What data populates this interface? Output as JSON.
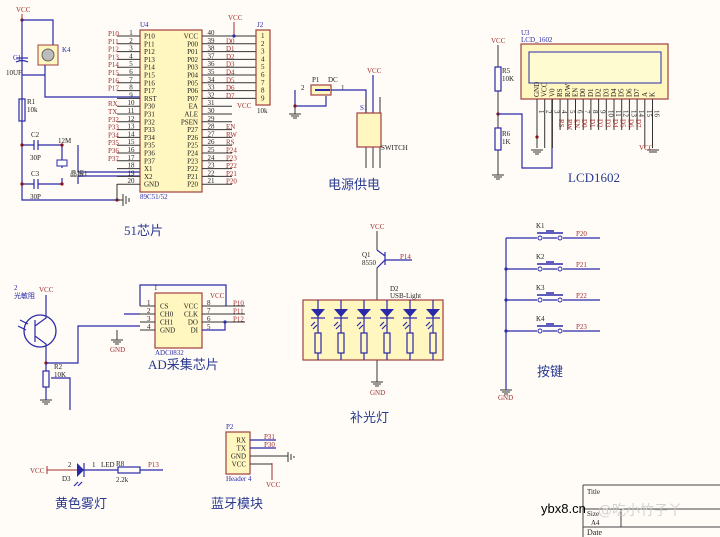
{
  "titles": {
    "mcu": "51芯片",
    "power": "电源供电",
    "lcd": "LCD1602",
    "ad": "AD采集芯片",
    "light": "补光灯",
    "keys": "按键",
    "fog": "黄色雾灯",
    "bt": "蓝牙模块"
  },
  "mcu": {
    "ref": "U4",
    "part": "89C51/52",
    "left": [
      [
        "1",
        "P10",
        "P10"
      ],
      [
        "2",
        "P11",
        "P11"
      ],
      [
        "3",
        "P12",
        "P12"
      ],
      [
        "4",
        "P13",
        "P13"
      ],
      [
        "5",
        "P14",
        "P14"
      ],
      [
        "6",
        "P15",
        "P15"
      ],
      [
        "7",
        "P16",
        "P16"
      ],
      [
        "8",
        "P17",
        "P17"
      ],
      [
        "9",
        "RST",
        ""
      ],
      [
        "10",
        "P30",
        "RX"
      ],
      [
        "11",
        "P31",
        "TX"
      ],
      [
        "12",
        "P32",
        "P32"
      ],
      [
        "13",
        "P33",
        "P33"
      ],
      [
        "14",
        "P34",
        "P34"
      ],
      [
        "15",
        "P35",
        "P35"
      ],
      [
        "16",
        "P36",
        "P36"
      ],
      [
        "17",
        "P37",
        "P37"
      ],
      [
        "18",
        "X1",
        ""
      ],
      [
        "19",
        "X2",
        ""
      ],
      [
        "20",
        "GND",
        ""
      ]
    ],
    "right": [
      [
        "40",
        "VCC",
        ""
      ],
      [
        "39",
        "P00",
        "D0"
      ],
      [
        "38",
        "P01",
        "D1"
      ],
      [
        "37",
        "P02",
        "D2"
      ],
      [
        "36",
        "P03",
        "D3"
      ],
      [
        "35",
        "P04",
        "D4"
      ],
      [
        "34",
        "P05",
        "D5"
      ],
      [
        "33",
        "P06",
        "D6"
      ],
      [
        "32",
        "P07",
        "D7"
      ],
      [
        "31",
        "EA",
        "VCC"
      ],
      [
        "30",
        "ALE",
        ""
      ],
      [
        "29",
        "PSEN",
        ""
      ],
      [
        "28",
        "P27",
        "EN"
      ],
      [
        "27",
        "P26",
        "RW"
      ],
      [
        "26",
        "P25",
        "RS"
      ],
      [
        "25",
        "P24",
        "P24"
      ],
      [
        "24",
        "P23",
        "P23"
      ],
      [
        "23",
        "P22",
        "P22"
      ],
      [
        "22",
        "P21",
        "P21"
      ],
      [
        "21",
        "P20",
        "P20"
      ]
    ]
  },
  "j2": {
    "ref": "J2",
    "value": "10k",
    "pins": [
      "1",
      "2",
      "3",
      "4",
      "5",
      "6",
      "7",
      "8",
      "9"
    ]
  },
  "mcu_parts": {
    "vcc": "VCC",
    "c1": "C1",
    "c1v": "10UF",
    "k4": "K4",
    "r1": "R1",
    "r1v": "10k",
    "c2": "C2",
    "c2v": "30P",
    "c3": "C3",
    "c3v": "30P",
    "xtal": "12M",
    "xtal_ref": "晶振1"
  },
  "power": {
    "p1": "P1",
    "p1v": "DC",
    "pin2": "2",
    "pin1": "1",
    "vcc": "VCC",
    "sw_ref": "S1",
    "sw": "SWITCH"
  },
  "lcd": {
    "ref": "U3",
    "part": "LCD_1602",
    "vcc": "VCC",
    "r5": "R5",
    "r5v": "10K",
    "r6": "R6",
    "r6v": "1K",
    "pins": [
      "GND",
      "VCC",
      "V0",
      "RS",
      "R/W",
      "EN",
      "D0",
      "D1",
      "D2",
      "D3",
      "D4",
      "D5",
      "D6",
      "D7",
      "A",
      "K"
    ],
    "nets": [
      "",
      "",
      "",
      "RS",
      "RW",
      "EN",
      "D0",
      "D1",
      "D2",
      "D3",
      "D4",
      "D5",
      "D6",
      "D7",
      "",
      ""
    ],
    "vcc_bottom": "VCC"
  },
  "ad": {
    "ldr_num": "2",
    "ldr": "光敏阻",
    "vcc": "VCC",
    "r2": "R2",
    "r2v": "10K",
    "part": "ADC0832",
    "gnd": "GND",
    "vcc2": "VCC",
    "top_pin": "1",
    "left": [
      [
        "1",
        "CS"
      ],
      [
        "2",
        "CH0"
      ],
      [
        "3",
        "CH1"
      ],
      [
        "4",
        "GND"
      ]
    ],
    "right": [
      [
        "8",
        "VCC",
        "P10"
      ],
      [
        "7",
        "CLK",
        "P11"
      ],
      [
        "6",
        "DO",
        "P12"
      ],
      [
        "5",
        "DI",
        ""
      ]
    ]
  },
  "light": {
    "vcc": "VCC",
    "q1": "Q1",
    "q1v": "8550",
    "p14": "P14",
    "d2": "D2",
    "d2v": "USB-Light",
    "gnd": "GND"
  },
  "keys": {
    "items": [
      [
        "K1",
        "P20"
      ],
      [
        "K2",
        "P21"
      ],
      [
        "K3",
        "P22"
      ],
      [
        "K4",
        "P23"
      ]
    ],
    "gnd": "GND"
  },
  "fog": {
    "vcc": "VCC",
    "pin2": "2",
    "pin1": "1",
    "d3": "D3",
    "led": "LED",
    "r8": "R8",
    "r8v": "2.2k",
    "p13": "P13"
  },
  "bt": {
    "ref": "P2",
    "part": "Header 4",
    "pins": [
      "RX",
      "TX",
      "GND",
      "VCC"
    ],
    "nets": [
      "P31",
      "P30",
      "",
      ""
    ],
    "vcc": "VCC"
  },
  "titleblock": {
    "title": "Title",
    "size": "Size",
    "size_val": "A4",
    "date": "Date"
  },
  "watermark": {
    "site": "ybx8.cn",
    "author": "@吃小竹子丫"
  },
  "colors": {
    "wire": "#2a2aa8",
    "net": "#a03030",
    "body": "#fff6c0"
  }
}
